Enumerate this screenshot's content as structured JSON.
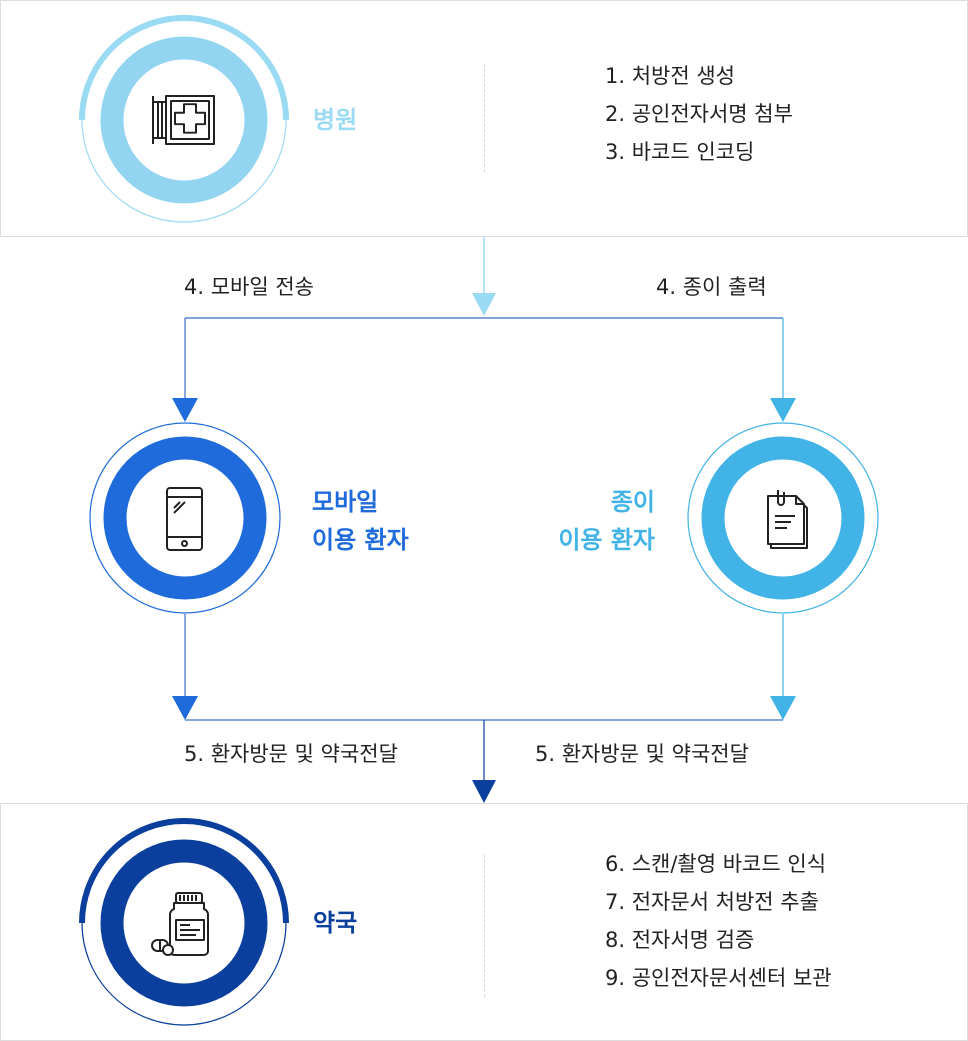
{
  "colors": {
    "hospital_light": "#9bdaf3",
    "hospital_ring": "#93d5f1",
    "mobile_blue": "#1f6bdb",
    "paper_blue": "#42b3e6",
    "pharmacy_navy": "#0a3f9e",
    "line_connector": "#3b6fc5",
    "text_dark": "#222222"
  },
  "hospital": {
    "label": "병원",
    "icon": "hospital-sign-icon",
    "steps": [
      "1. 처방전 생성",
      "2. 공인전자서명 첨부",
      "3. 바코드 인코딩"
    ]
  },
  "flow": {
    "mobile_send": "4. 모바일 전송",
    "paper_print": "4. 종이 출력",
    "visit_left": "5. 환자방문 및 약국전달",
    "visit_right": "5. 환자방문 및 약국전달"
  },
  "mobile_patient": {
    "label_line1": "모바일",
    "label_line2": "이용 환자",
    "icon": "smartphone-icon"
  },
  "paper_patient": {
    "label_line1": "종이",
    "label_line2": "이용 환자",
    "icon": "paper-documents-icon"
  },
  "pharmacy": {
    "label": "약국",
    "icon": "medicine-bottle-icon",
    "steps": [
      "6. 스캔/촬영 바코드 인식",
      "7. 전자문서 처방전 추출",
      "8. 전자서명 검증",
      "9. 공인전자문서센터 보관"
    ]
  }
}
